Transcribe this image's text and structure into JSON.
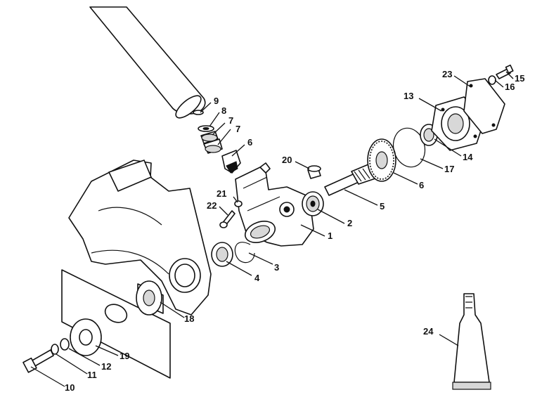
{
  "diagram": {
    "callouts": [
      {
        "id": "c1",
        "label": "1"
      },
      {
        "id": "c2",
        "label": "2"
      },
      {
        "id": "c3",
        "label": "3"
      },
      {
        "id": "c4",
        "label": "4"
      },
      {
        "id": "c5",
        "label": "5"
      },
      {
        "id": "c6a",
        "label": "6"
      },
      {
        "id": "c6b",
        "label": "6"
      },
      {
        "id": "c7a",
        "label": "7"
      },
      {
        "id": "c7b",
        "label": "7"
      },
      {
        "id": "c8",
        "label": "8"
      },
      {
        "id": "c9",
        "label": "9"
      },
      {
        "id": "c10",
        "label": "10"
      },
      {
        "id": "c11",
        "label": "11"
      },
      {
        "id": "c12",
        "label": "12"
      },
      {
        "id": "c13",
        "label": "13"
      },
      {
        "id": "c14",
        "label": "14"
      },
      {
        "id": "c15",
        "label": "15"
      },
      {
        "id": "c16",
        "label": "16"
      },
      {
        "id": "c17",
        "label": "17"
      },
      {
        "id": "c18",
        "label": "18"
      },
      {
        "id": "c19",
        "label": "19"
      },
      {
        "id": "c20",
        "label": "20"
      },
      {
        "id": "c21",
        "label": "21"
      },
      {
        "id": "c22",
        "label": "22"
      },
      {
        "id": "c23",
        "label": "23"
      },
      {
        "id": "c24",
        "label": "24"
      }
    ]
  }
}
